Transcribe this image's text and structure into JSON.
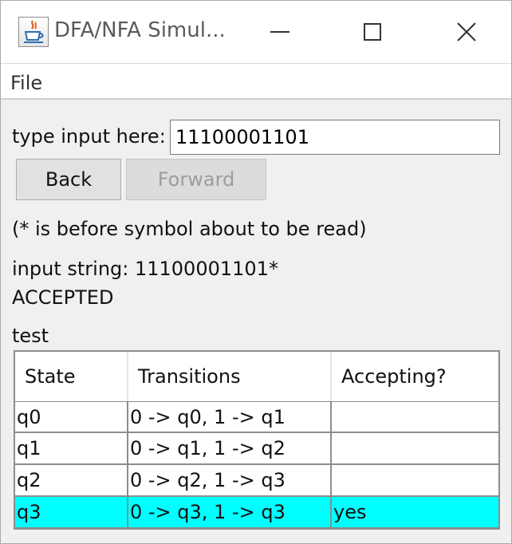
{
  "window": {
    "title": "DFA/NFA Simul...",
    "icon": "java-cup-icon"
  },
  "menu": {
    "file_label": "File"
  },
  "input": {
    "label": "type input here:",
    "value": "11100001101"
  },
  "buttons": {
    "back_label": "Back",
    "forward_label": "Forward",
    "forward_enabled": false
  },
  "info": {
    "hint": "(* is before symbol about to be read)",
    "input_string": "input string:  11100001101*",
    "result": "ACCEPTED"
  },
  "table": {
    "caption": "test",
    "headers": [
      "State",
      "Transitions",
      "Accepting?"
    ],
    "rows": [
      {
        "state": "q0",
        "transitions": "0 -> q0, 1 -> q1",
        "accepting": ""
      },
      {
        "state": "q1",
        "transitions": "0 -> q1, 1 -> q2",
        "accepting": ""
      },
      {
        "state": "q2",
        "transitions": "0 -> q2, 1 -> q3",
        "accepting": ""
      },
      {
        "state": "q3",
        "transitions": "0 -> q3, 1 -> q3",
        "accepting": "yes"
      }
    ],
    "selected_row": 3,
    "selected_color": "#00ffff"
  }
}
